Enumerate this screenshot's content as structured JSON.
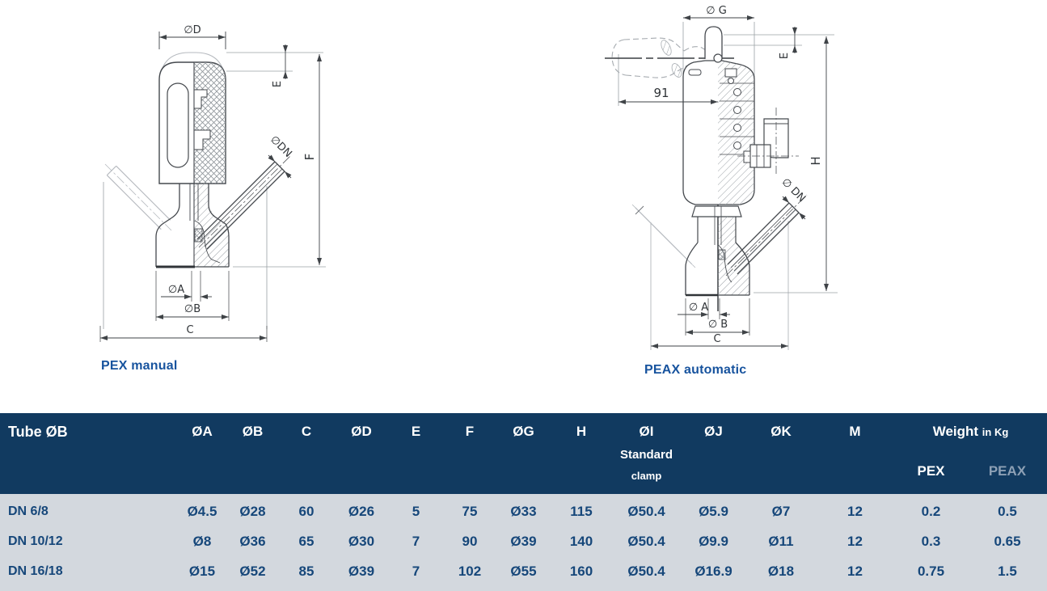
{
  "colors": {
    "header_bg": "#113a60",
    "body_bg": "#d3d8de",
    "table_text": "#16477a",
    "peax_muted": "#8da0b5",
    "caption_blue": "#17539e"
  },
  "figures": {
    "left": {
      "caption": "PEX manual",
      "labels": {
        "d": "∅D",
        "e": "E",
        "f": "F",
        "dn": "∅DN",
        "a": "∅A",
        "b": "∅B",
        "c": "C"
      }
    },
    "right": {
      "caption": "PEAX automatic",
      "labels": {
        "g": "∅ G",
        "e": "E",
        "arm": "91",
        "h": "H",
        "dn": "∅ DN",
        "a": "∅ A",
        "b": "∅ B",
        "c": "C"
      }
    }
  },
  "table": {
    "header": {
      "col0": "Tube ØB",
      "cols": [
        "ØA",
        "ØB",
        "C",
        "ØD",
        "E",
        "F",
        "ØG",
        "H",
        "ØI",
        "ØJ",
        "ØK",
        "M"
      ],
      "i_sub1": "Standard",
      "i_sub2": "clamp",
      "weight": "Weight",
      "weight_unit": "in Kg",
      "pex": "PEX",
      "peax": "PEAX"
    },
    "rows": [
      {
        "name": "DN 6/8",
        "values": [
          "Ø4.5",
          "Ø28",
          "60",
          "Ø26",
          "5",
          "75",
          "Ø33",
          "115",
          "Ø50.4",
          "Ø5.9",
          "Ø7",
          "12",
          "0.2",
          "0.5"
        ]
      },
      {
        "name": "DN 10/12",
        "values": [
          "Ø8",
          "Ø36",
          "65",
          "Ø30",
          "7",
          "90",
          "Ø39",
          "140",
          "Ø50.4",
          "Ø9.9",
          "Ø11",
          "12",
          "0.3",
          "0.65"
        ]
      },
      {
        "name": "DN 16/18",
        "values": [
          "Ø15",
          "Ø52",
          "85",
          "Ø39",
          "7",
          "102",
          "Ø55",
          "160",
          "Ø50.4",
          "Ø16.9",
          "Ø18",
          "12",
          "0.75",
          "1.5"
        ]
      }
    ]
  }
}
